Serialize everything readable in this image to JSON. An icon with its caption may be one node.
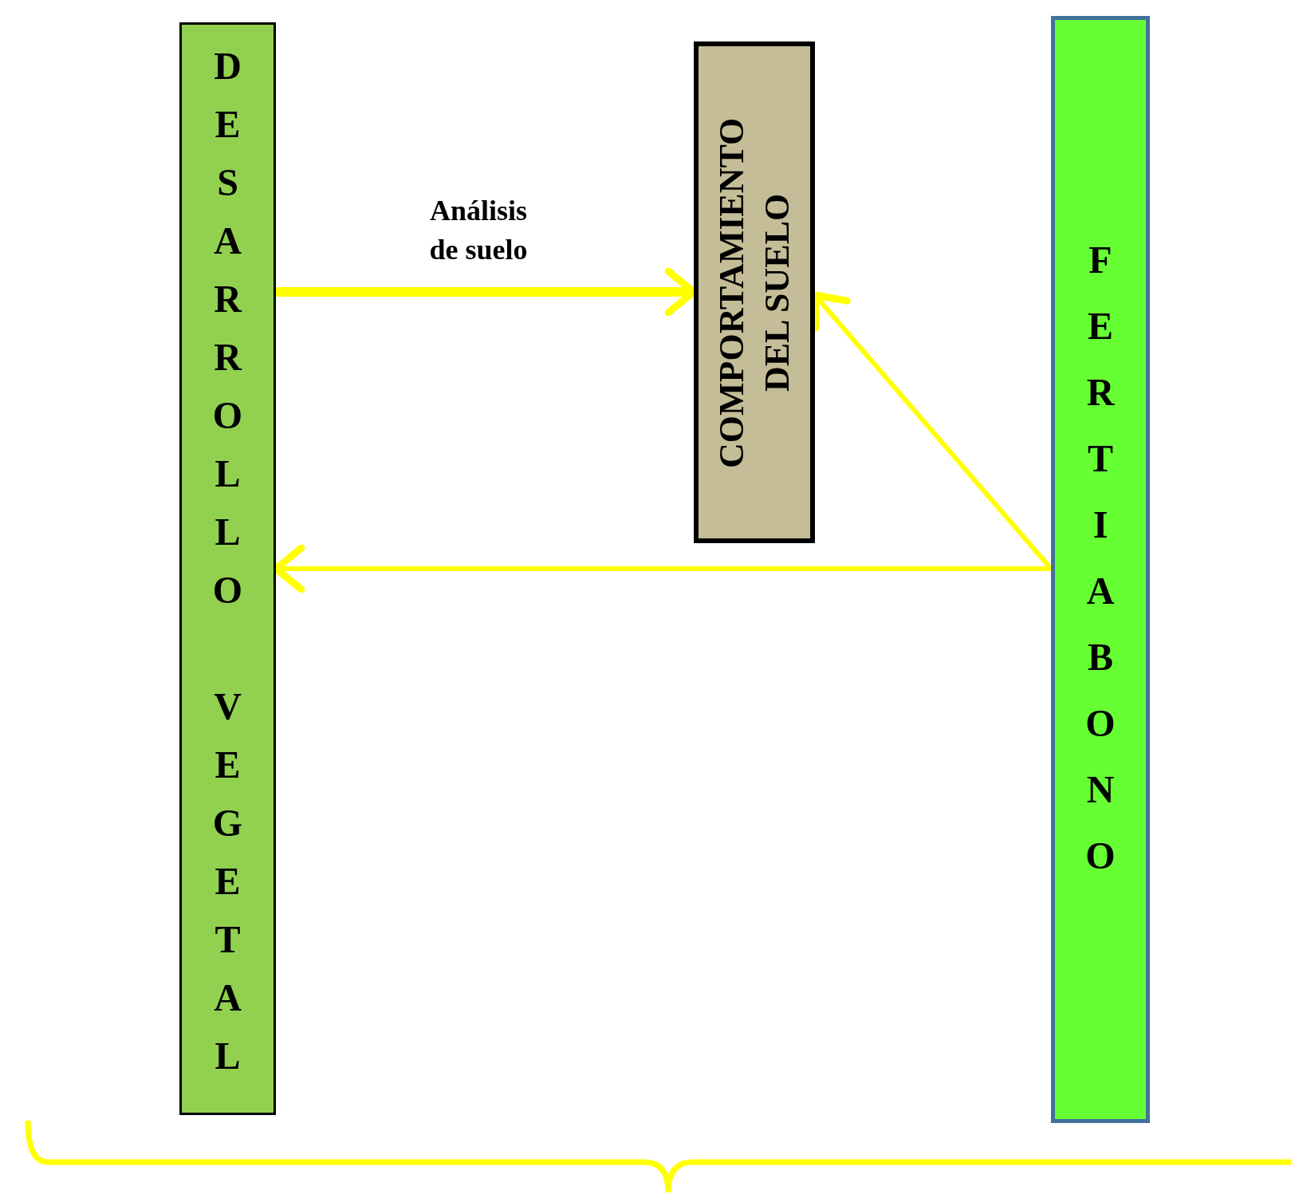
{
  "diagram": {
    "nodes": [
      {
        "text": [
          "DESARROLLO VEGETAL"
        ]
      },
      {
        "text": [
          "COMPORTAMIENTO DEL SUELO"
        ]
      },
      {
        "text": [
          "FERTIABONO"
        ]
      }
    ],
    "edges": [
      {
        "from": 0,
        "to": 1,
        "arrow": "to",
        "label": "Análisis de suelo",
        "style": "thick"
      },
      {
        "from": 2,
        "to": 1,
        "arrow": "to"
      },
      {
        "from": 2,
        "to": 0,
        "arrow": "to"
      }
    ]
  }
}
